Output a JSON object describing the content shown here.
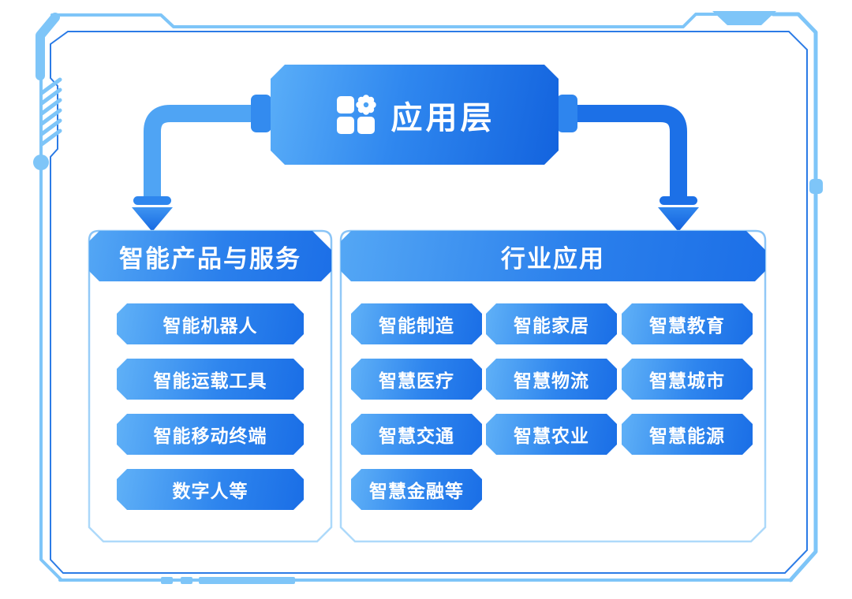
{
  "diagram": {
    "root_node": {
      "label": "应用层",
      "icon": "app-grid-gear-icon"
    },
    "left_panel": {
      "header": "智能产品与服务",
      "items": [
        "智能机器人",
        "智能运载工具",
        "智能移动终端",
        "数字人等"
      ]
    },
    "right_panel": {
      "header": "行业应用",
      "items": [
        "智能制造",
        "智能家居",
        "智慧教育",
        "智慧医疗",
        "智慧物流",
        "智慧城市",
        "智慧交通",
        "智慧农业",
        "智慧能源",
        "智慧金融等"
      ]
    }
  },
  "colors": {
    "gradient_light": "#5AAEF8",
    "gradient_dark": "#1363DE",
    "arrow_left": "#4FA4F4",
    "arrow_right": "#1C70E7",
    "frame_outer": "#7EC5F8",
    "frame_inner": "#2B7BE6",
    "panel_border": "#9CCBF7",
    "text": "#FFFFFF"
  }
}
